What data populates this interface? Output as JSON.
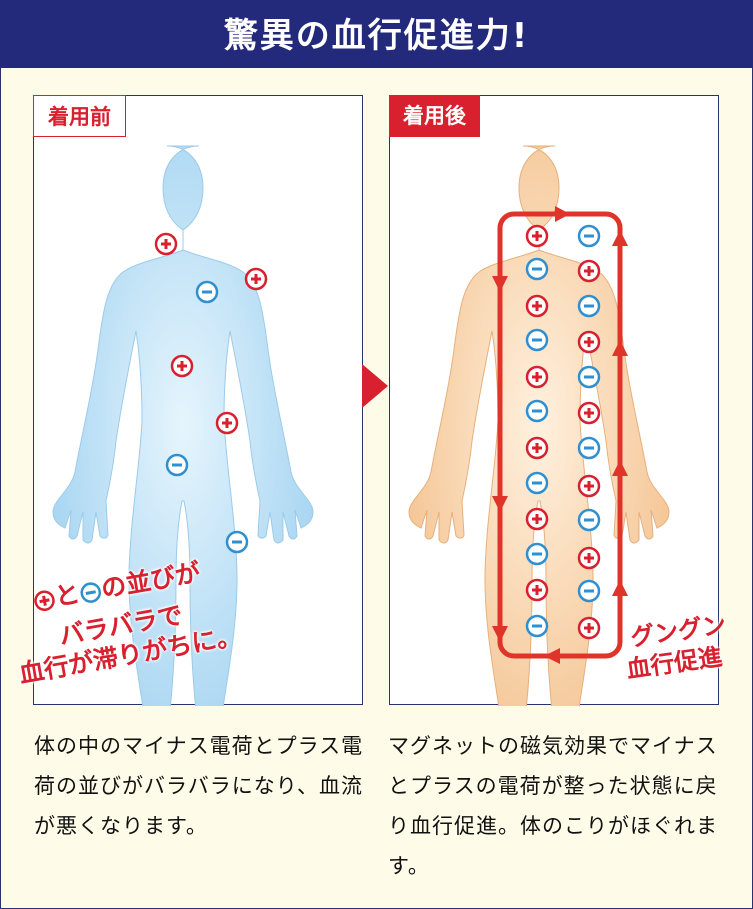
{
  "header": {
    "title": "驚異の血行促進力!"
  },
  "before": {
    "label": "着用前",
    "note_line1_a": "と",
    "note_line1_b": "の並びが",
    "note_line2": "バラバラで",
    "note_line3": "血行が滞りがちに。",
    "description": "体の中のマイナス電荷とプラス電荷の並びがバラバラになり、血流が悪くなります。"
  },
  "after": {
    "label": "着用後",
    "note_line1": "グングン",
    "note_line2": "血行促進",
    "description": "マグネットの磁気効果でマイナスとプラスの電荷が整った状態に戻り血行促進。体のこりがほぐれます。"
  },
  "colors": {
    "header": "#232a7c",
    "accent": "#d8202e",
    "blue_body": "#a9d6f2",
    "orange_body": "#f6c99a",
    "minus": "#2f8fcf"
  },
  "icons": [
    "plus-charge-icon",
    "minus-charge-icon",
    "next-arrow-icon",
    "circulation-arrow-icon"
  ]
}
